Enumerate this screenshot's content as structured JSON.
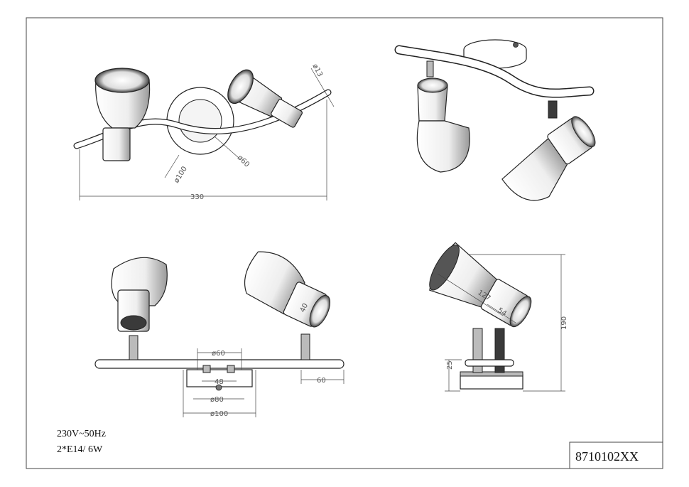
{
  "model_number": "8710102XX",
  "specs": {
    "line1": "230V~50Hz",
    "line2": "2*E14/ 6W"
  },
  "top_view": {
    "dim_width": "330",
    "dim_base": "ø100",
    "dim_inner": "ø60",
    "dim_head": "ø13"
  },
  "front_view": {
    "dim_plate_top": "ø60",
    "dim_48": "48",
    "dim_80": "ø80",
    "dim_100": "ø100",
    "dim_60": "60",
    "dim_40": "40"
  },
  "side_view": {
    "dim_height": "190",
    "dim_127": "127",
    "dim_54": "54",
    "dim_25": "25"
  }
}
